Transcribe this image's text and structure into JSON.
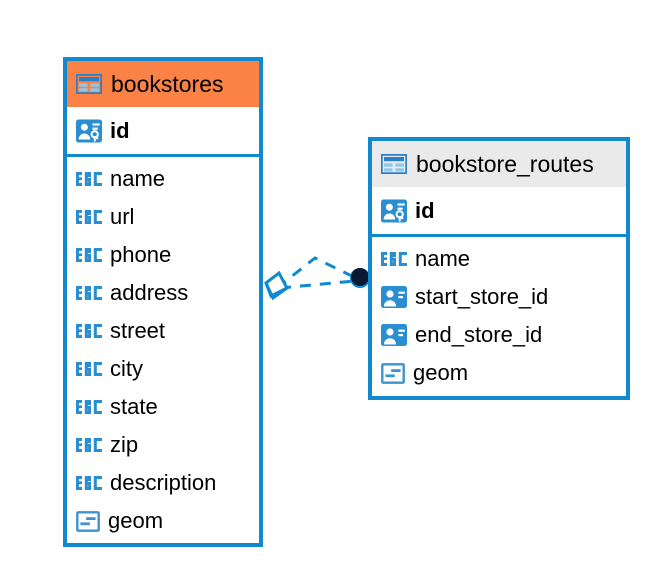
{
  "diagram": {
    "type": "entity-relationship-diagram",
    "background_color": "#ffffff",
    "accent_color": "#1189cf",
    "highlight_color": "#fb8246",
    "header_grey": "#eaeaea"
  },
  "entities": [
    {
      "name": "bookstores",
      "header_style": "orange",
      "table_icon": "table-icon",
      "primary_keys": [
        {
          "label": "id",
          "icon": "primary-key-icon",
          "type_hint": "key"
        }
      ],
      "fields": [
        {
          "label": "name",
          "icon": "text-type-icon",
          "type_hint": "ABC"
        },
        {
          "label": "url",
          "icon": "text-type-icon",
          "type_hint": "ABC"
        },
        {
          "label": "phone",
          "icon": "text-type-icon",
          "type_hint": "ABC"
        },
        {
          "label": "address",
          "icon": "text-type-icon",
          "type_hint": "ABC"
        },
        {
          "label": "street",
          "icon": "text-type-icon",
          "type_hint": "ABC"
        },
        {
          "label": "city",
          "icon": "text-type-icon",
          "type_hint": "ABC"
        },
        {
          "label": "state",
          "icon": "text-type-icon",
          "type_hint": "ABC"
        },
        {
          "label": "zip",
          "icon": "text-type-icon",
          "type_hint": "ABC"
        },
        {
          "label": "description",
          "icon": "text-type-icon",
          "type_hint": "ABC"
        },
        {
          "label": "geom",
          "icon": "geometry-type-icon",
          "type_hint": "blob"
        }
      ]
    },
    {
      "name": "bookstore_routes",
      "header_style": "grey",
      "table_icon": "table-icon",
      "primary_keys": [
        {
          "label": "id",
          "icon": "primary-key-icon",
          "type_hint": "key"
        }
      ],
      "fields": [
        {
          "label": "name",
          "icon": "text-type-icon",
          "type_hint": "ABC"
        },
        {
          "label": "start_store_id",
          "icon": "foreign-key-icon",
          "type_hint": "fk"
        },
        {
          "label": "end_store_id",
          "icon": "foreign-key-icon",
          "type_hint": "fk"
        },
        {
          "label": "geom",
          "icon": "geometry-type-icon",
          "type_hint": "blob"
        }
      ]
    }
  ],
  "relationship": {
    "from_entity": "bookstores",
    "to_entity": "bookstore_routes",
    "line_style": "dashed",
    "line_color": "#1189cf",
    "source_marker": "diamond-marker",
    "target_marker": "filled-circle-marker",
    "target_marker_color": "#0b1a33"
  }
}
